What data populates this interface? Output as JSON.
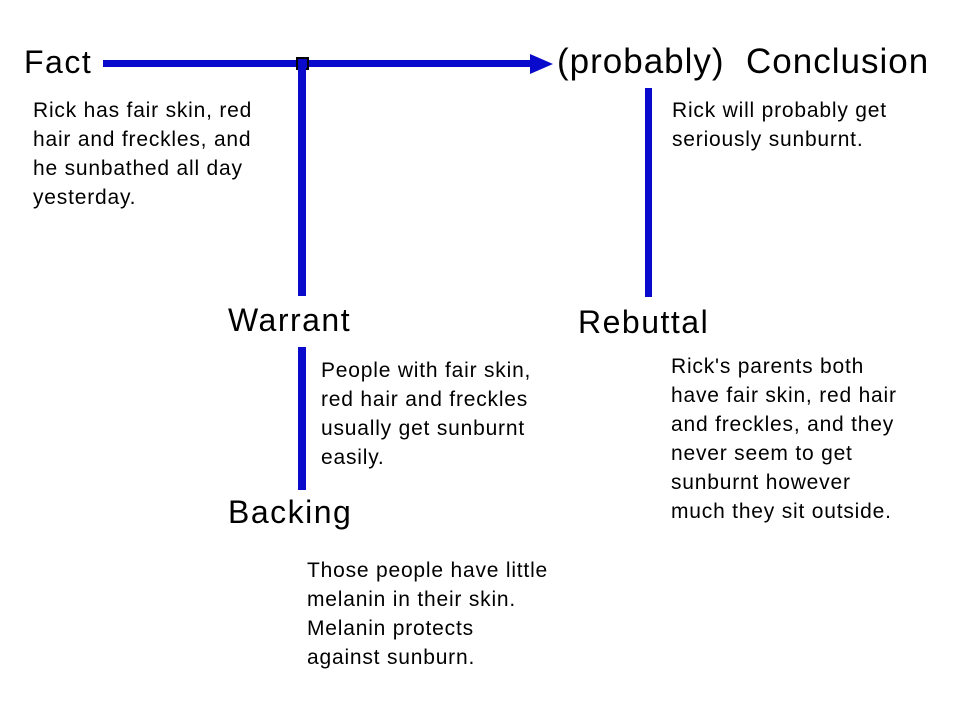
{
  "colors": {
    "connector_blue": "#0a0acd",
    "text_black": "#000000",
    "background": "#ffffff"
  },
  "diagram": {
    "fact": {
      "label": "Fact",
      "lines": [
        "Rick has fair skin, red",
        "hair and freckles, and",
        "he sunbathed all day",
        "yesterday."
      ]
    },
    "conclusion": {
      "label": "(probably)  Conclusion",
      "lines": [
        "Rick will probably get",
        "seriously sunburnt."
      ]
    },
    "warrant": {
      "label": "Warrant",
      "lines": [
        "People with fair skin,",
        "red hair and freckles",
        "usually get sunburnt",
        "easily."
      ]
    },
    "backing": {
      "label": "Backing",
      "lines": [
        "Those people have little",
        "melanin in their skin.",
        "Melanin protects",
        "against sunburn."
      ]
    },
    "rebuttal": {
      "label": "Rebuttal",
      "lines": [
        "Rick's parents both",
        "have fair skin, red hair",
        "and freckles, and they",
        "never seem to get",
        "sunburnt however",
        "much they sit outside."
      ]
    }
  }
}
